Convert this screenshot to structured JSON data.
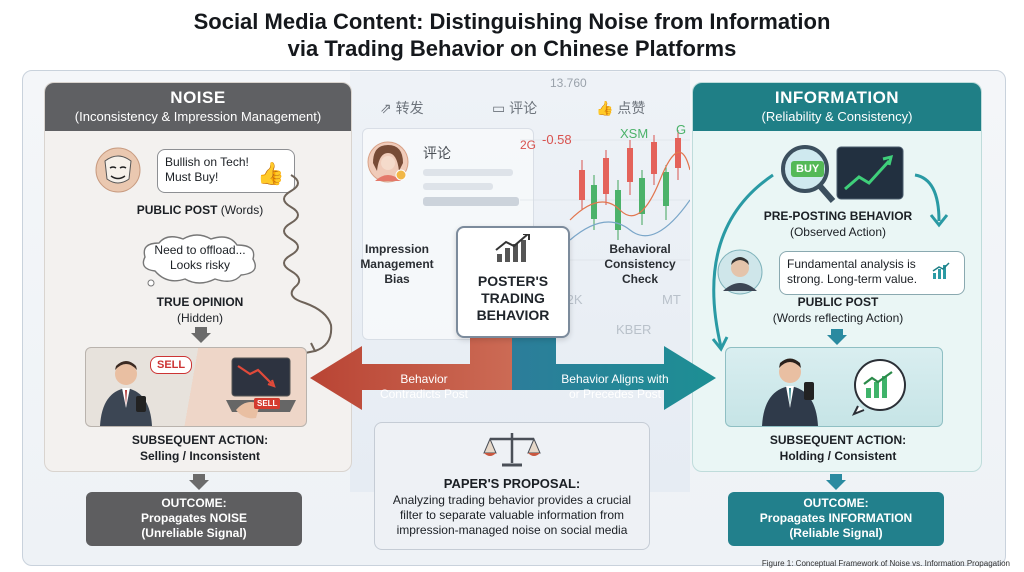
{
  "title": {
    "line1": "Social Media Content: Distinguishing Noise from Information",
    "line2": "via Trading Behavior on Chinese Platforms"
  },
  "colors": {
    "noise": "#5f6063",
    "info": "#1f7f86",
    "red_arrow": "#c4523f",
    "teal_arrow": "#2a8aa0"
  },
  "platform_ui": {
    "repost": "转发",
    "comment": "评论",
    "like": "点赞",
    "comment_label": "评论",
    "ticker_price": "13.760",
    "ticker_change": "-0.58",
    "ticker_codes": [
      "XSM",
      "G",
      "ST2K",
      "MT",
      "KBER",
      "2G"
    ]
  },
  "noise": {
    "header": "NOISE",
    "subheader": "(Inconsistency & Impression Management)",
    "public_bubble": [
      "Bullish on Tech!",
      "Must Buy!"
    ],
    "public_label_bold": "PUBLIC POST",
    "public_label_rest": " (Words)",
    "thought_bubble": [
      "Need to offload...",
      "Looks risky"
    ],
    "true_opinion": "TRUE OPINION",
    "hidden": "(Hidden)",
    "sell_sign": "SELL",
    "sell_key": "SELL",
    "action_title": "SUBSEQUENT ACTION:",
    "action_sub": "Selling / Inconsistent",
    "outcome_title": "OUTCOME:",
    "outcome_line2": "Propagates NOISE",
    "outcome_line3": "(Unreliable Signal)"
  },
  "info": {
    "header": "INFORMATION",
    "subheader": "(Reliability & Consistency)",
    "buy_sign": "BUY",
    "pre_title": "PRE-POSTING BEHAVIOR",
    "pre_sub": "(Observed Action)",
    "post_bubble": [
      "Fundamental analysis is",
      "strong. Long-term value."
    ],
    "public_title": "PUBLIC POST",
    "public_sub": "(Words reflecting Action)",
    "action_title": "SUBSEQUENT ACTION:",
    "action_sub": "Holding / Consistent",
    "outcome_title": "OUTCOME:",
    "outcome_line2": "Propagates INFORMATION",
    "outcome_line3": "(Reliable Signal)"
  },
  "center": {
    "box": [
      "POSTER'S",
      "TRADING",
      "BEHAVIOR"
    ],
    "impression": [
      "Impression",
      "Management",
      "Bias"
    ],
    "consistency": [
      "Behavioral",
      "Consistency",
      "Check"
    ],
    "left_arrow": [
      "Behavior",
      "Contradicts Post"
    ],
    "right_arrow": [
      "Behavior Aligns with",
      "or Precedes Post"
    ]
  },
  "proposal": {
    "title": "PAPER'S PROPOSAL:",
    "lines": [
      "Analyzing trading behavior provides a crucial",
      "filter to separate valuable information from",
      "impression-managed noise on social media"
    ]
  },
  "caption": "Figure 1: Conceptual Framework of Noise vs. Information Propagation"
}
